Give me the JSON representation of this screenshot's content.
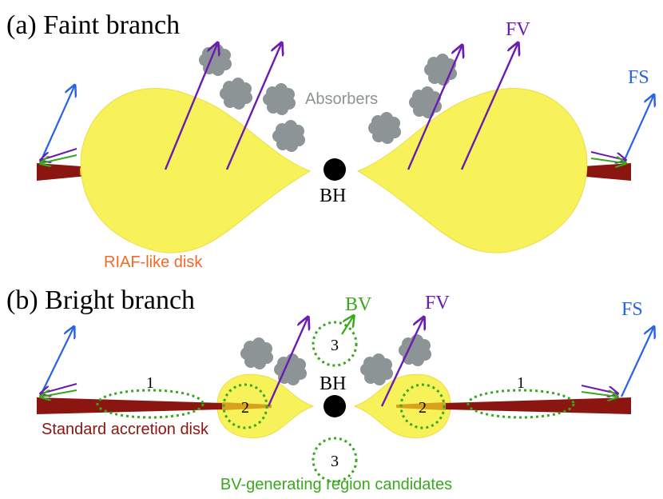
{
  "panels": {
    "faint": {
      "title": "(a) Faint branch",
      "absorbers_label": "Absorbers",
      "bh_label": "BH",
      "fv_label": "FV",
      "fs_label": "FS",
      "disk_label": "RIAF-like disk"
    },
    "bright": {
      "title": "(b) Bright branch",
      "bv_label": "BV",
      "fv_label": "FV",
      "fs_label": "FS",
      "bh_label": "BH",
      "disk_label": "Standard accretion disk",
      "candidates_label": "BV-generating region candidates",
      "region_labels": [
        "1",
        "2",
        "3",
        "3",
        "2",
        "1"
      ]
    }
  },
  "colors": {
    "riaf": "#f7f25a",
    "riaf_edge": "#e8d84a",
    "disk": "#8b1510",
    "disk_transition": "#d9a21e",
    "absorber": "#8d9496",
    "fv": "#6a1cb0",
    "fs": "#2a62e6",
    "bv": "#3aa81f",
    "riaf_label": "#f06a2a",
    "absorber_label": "#8d9496",
    "bh": "#000000"
  },
  "icons": [
    "absorber-cloud-icon",
    "black-hole-icon",
    "arrow-icon"
  ]
}
